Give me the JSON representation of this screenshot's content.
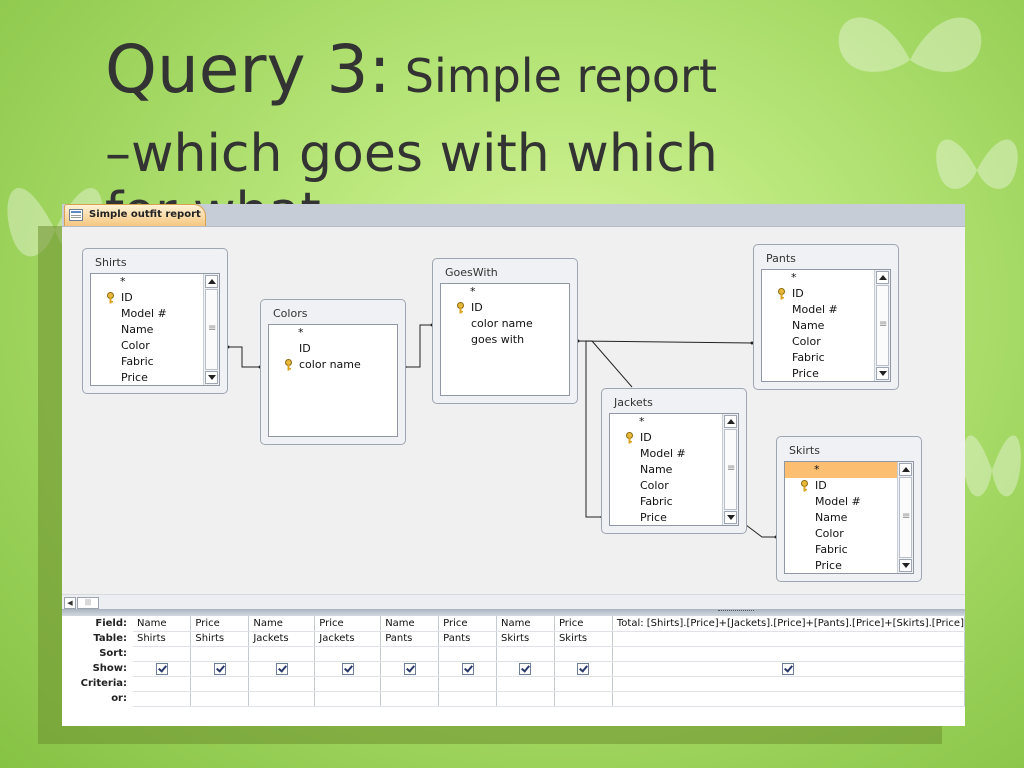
{
  "slide": {
    "title_big": "Query 3:",
    "title_small": "Simple report",
    "title_line2": "–which goes with which",
    "title_line3": "for what"
  },
  "window": {
    "tab_label": "Simple outfit report",
    "tab_icon": "query-icon"
  },
  "tables": {
    "shirts": {
      "title": "Shirts",
      "fields": [
        "*",
        "ID",
        "Model #",
        "Name",
        "Color",
        "Fabric",
        "Price"
      ]
    },
    "colors": {
      "title": "Colors",
      "fields": [
        "*",
        "ID",
        "color name"
      ]
    },
    "goeswith": {
      "title": "GoesWith",
      "fields": [
        "*",
        "ID",
        "color name",
        "goes with"
      ]
    },
    "pants": {
      "title": "Pants",
      "fields": [
        "*",
        "ID",
        "Model #",
        "Name",
        "Color",
        "Fabric",
        "Price"
      ]
    },
    "jackets": {
      "title": "Jackets",
      "fields": [
        "*",
        "ID",
        "Model #",
        "Name",
        "Color",
        "Fabric",
        "Price"
      ]
    },
    "skirts": {
      "title": "Skirts",
      "fields": [
        "*",
        "ID",
        "Model #",
        "Name",
        "Color",
        "Fabric",
        "Price"
      ]
    }
  },
  "grid": {
    "row_labels": [
      "Field:",
      "Table:",
      "Sort:",
      "Show:",
      "Criteria:",
      "or:"
    ],
    "columns": [
      {
        "field": "Name",
        "table": "Shirts",
        "show": true
      },
      {
        "field": "Price",
        "table": "Shirts",
        "show": true
      },
      {
        "field": "Name",
        "table": "Jackets",
        "show": true
      },
      {
        "field": "Price",
        "table": "Jackets",
        "show": true
      },
      {
        "field": "Name",
        "table": "Pants",
        "show": true
      },
      {
        "field": "Price",
        "table": "Pants",
        "show": true
      },
      {
        "field": "Name",
        "table": "Skirts",
        "show": true
      },
      {
        "field": "Price",
        "table": "Skirts",
        "show": true
      },
      {
        "field": "Total: [Shirts].[Price]+[Jackets].[Price]+[Pants].[Price]+[Skirts].[Price]",
        "table": "",
        "show": true
      }
    ]
  },
  "colors": {
    "tab_accent": "#f5c780",
    "selected_row": "#fcbf72",
    "key_gold": "#d9a21b"
  }
}
